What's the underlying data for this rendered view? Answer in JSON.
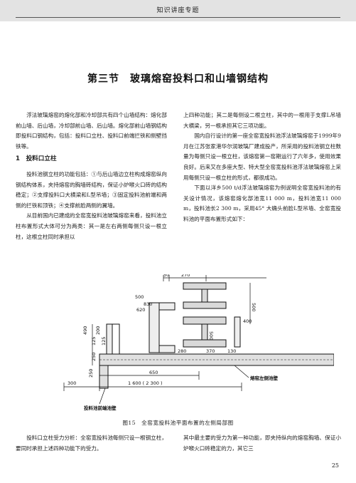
{
  "header": {
    "label": "知识讲座专题"
  },
  "title": "第三节　玻璃熔窑投料口和山墙钢结构",
  "left_column": {
    "p1": "浮法玻璃熔窑的熔化部和冷却部共有四个山墙结构：熔化部前山墙、后山墙，冷却部前山墙、后山墙。熔化部前山墙钢结构即投料口钢结构，包括：投料口立柱、投料口前端拦铁和侧壁挡铁等。",
    "section_heading": "1　投料口立柱",
    "p2": "投料池钢立柱的功能包括：①与后山墙边立柱构成熔窑纵向钢结构体系，夹持熔窑的胸墙砖结构，保证小炉喉火口砖的结构稳定；②支撑投料口大横梁和L型吊墙；③固定投料池前端和两侧的拦铁和顶铁；④支撑前脸两侧的翼墙。",
    "p3": "从目前国内已建成的全窑宽投料池玻璃熔窑来看，投料池立柱布置形式大体可分为两类：其一是左右两侧每侧只设一根立柱，这根立柱同时承担以"
  },
  "right_column": {
    "p1": "上四种功能；其二是每侧设二根立柱，其中的一根用于支撑L吊墙大横梁，另一根承担其它三项功能。",
    "p2": "国内自行设计的第一座全窑宽投料池浮法玻璃熔窑于1999年9月在江苏张家港华尔润玻璃厂建成投产，所采用的投料池钢立柱数量为每侧只设一根立柱，该熔窑第一窑期运行了六年多，使用效果良好。后来又在多座大型、特大型全窑宽投料池浮法玻璃熔窑上采用每侧只设一根立柱的形式，都很成功。",
    "p3": "下面以洋乡500 t/d浮法玻璃熔窑为例说明全窑宽投料池的有关设计情况，该熔窑熔化部池宽11 000 m，投料池宽11 000 m，投料池长2 300 m，采用45° 大确头前脸L型吊墙、全窑宽投料池的平面布置形式如下："
  },
  "figure": {
    "dims": {
      "d1": "50",
      "d2": "270",
      "d3": "500",
      "d4": "500",
      "d5": "830",
      "d6": "620",
      "d7": "500",
      "d8": "400",
      "d9": "280",
      "d10": "370",
      "d11": "130",
      "d12": "490",
      "d13": "125",
      "d14": "200",
      "d15": "125",
      "d16": "250",
      "d17": "250",
      "d18": "650",
      "d19": "300",
      "d20": "1 600 ( 2 300 )"
    },
    "labels": {
      "side_wall": "熔窑左侧池壁",
      "front_wall": "投料池前端池壁"
    }
  },
  "caption": "图15　全窑宽投料池平面布置的左侧局部图",
  "bottom_left": "投料口立柱受力分析：全窑宽投料池每侧只设一根钢立柱，要同时承担上述四种功能下的受力。",
  "bottom_right": "其中最主要的受力为第一种功能，即夹持纵向的熔窑胸墙、保证小炉喉火口砖稳定的力，其它三",
  "page_number": "25"
}
